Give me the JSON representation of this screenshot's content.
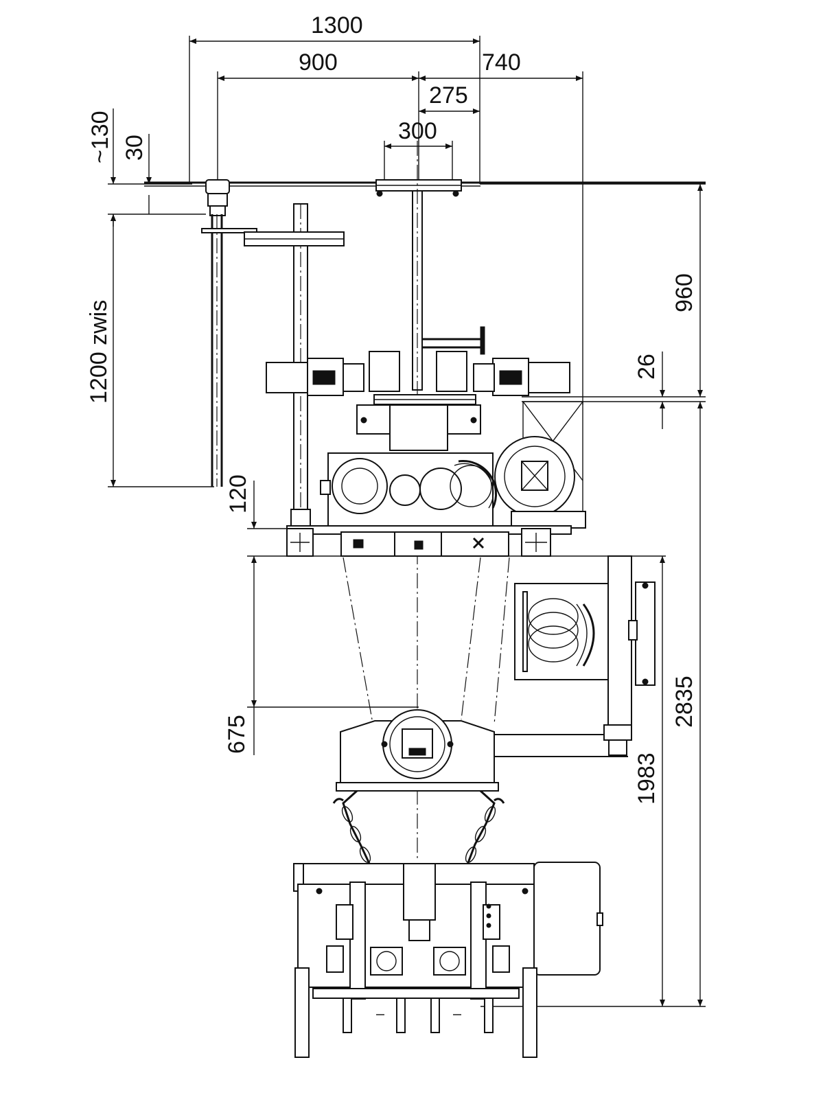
{
  "dimensions": {
    "d1300": "1300",
    "d900": "900",
    "d740": "740",
    "d275": "275",
    "d300": "300",
    "d130": "~130",
    "d30": "30",
    "d1200": "1200  zwis",
    "d960": "960",
    "d26": "26",
    "d120": "120",
    "d675": "675",
    "d2835": "2835",
    "d1983": "1983"
  }
}
